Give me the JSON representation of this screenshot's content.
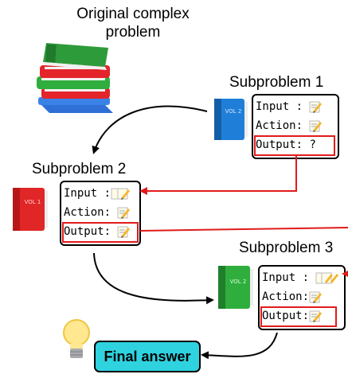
{
  "title": "Original complex\nproblem",
  "sub1": {
    "title": "Subproblem 1",
    "input": "Input :",
    "action": "Action:",
    "output": "Output:",
    "output_value": "?"
  },
  "sub2": {
    "title": "Subproblem 2",
    "input": "Input :",
    "action": "Action:",
    "output": "Output:"
  },
  "sub3": {
    "title": "Subproblem 3",
    "input": "Input :",
    "action": "Action:",
    "output": "Output:"
  },
  "final": {
    "label": "Final answer"
  },
  "book_labels": {
    "blue": "VOL 2",
    "red": "VOL 1",
    "green": "VOL 2"
  },
  "colors": {
    "arrow": "#000000",
    "highlight": "#e11b1b",
    "final_bg": "#2fd3e0",
    "book_blue": "#1f7fd8",
    "book_red": "#e02626",
    "book_green": "#2fae3e"
  },
  "icons": [
    "books-stack-icon",
    "blue-book-icon",
    "red-book-icon",
    "green-book-icon",
    "memo-pencil-icon",
    "lightbulb-icon"
  ]
}
